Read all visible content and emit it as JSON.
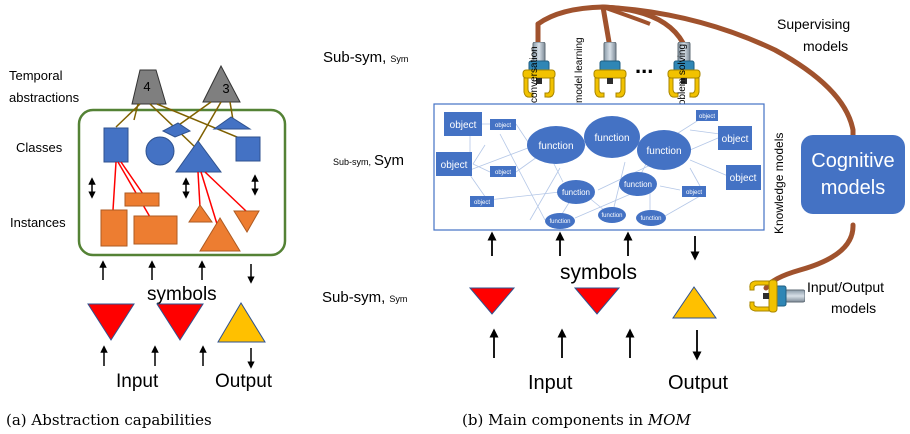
{
  "left": {
    "labels": {
      "temporal_line1": "Temporal",
      "temporal_line2": "abstractions",
      "classes": "Classes",
      "instances": "Instances",
      "symbols": "symbols",
      "input": "Input",
      "output": "Output"
    },
    "temporal_values": [
      "4",
      "3"
    ],
    "caption": "(a) Abstraction capabilities"
  },
  "right": {
    "levels": {
      "top_main": "Sub-sym,",
      "top_small": "Sym",
      "mid_small": "Sub-sym,",
      "mid_main": "Sym",
      "bottom_main": "Sub-sym,",
      "bottom_small": "Sym"
    },
    "supervisor_labels": [
      "conversation",
      "model learning",
      "problem solving"
    ],
    "ellipsis": "...",
    "nodes": {
      "object": "object",
      "function": "function"
    },
    "knowledge_models": "Knowledge models",
    "symbols": "symbols",
    "input": "Input",
    "output": "Output",
    "supervising_line1": "Supervising",
    "supervising_line2": "models",
    "cognitive_line1": "Cognitive",
    "cognitive_line2": "models",
    "io_line1": "Input/Output",
    "io_line2": "models",
    "caption_prefix": "(b) Main components in ",
    "caption_italic": "MOM"
  },
  "colors": {
    "blue": "#4472c4",
    "orange": "#ed7d31",
    "red": "#ff0000",
    "yellow": "#ffc000",
    "green": "#548235",
    "brown": "#a0522d",
    "olive": "#7f6000",
    "gray": "#7f7f7f"
  }
}
